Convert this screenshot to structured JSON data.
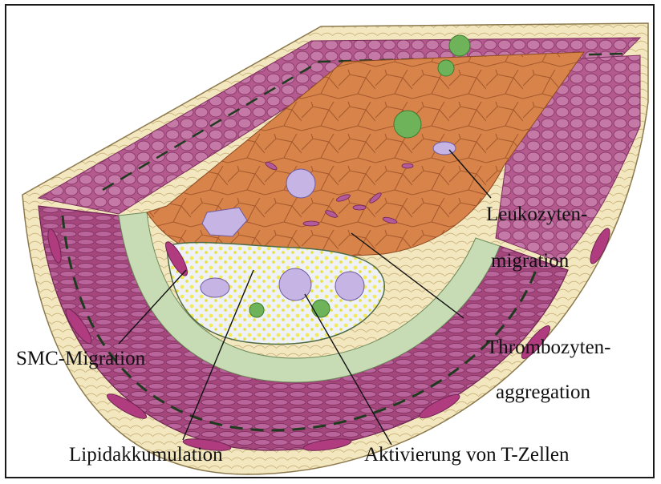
{
  "labels": {
    "leukozyten_line1": "Leukozyten-",
    "leukozyten_line2": "migration",
    "thrombozyten_line1": "Thrombozyten-",
    "thrombozyten_line2": "aggregation",
    "smc_migration": "SMC-Migration",
    "lipidakkumulation": "Lipidakkumulation",
    "t_zellen": "Aktivierung von T-Zellen"
  },
  "colors": {
    "frame": "#1a1a1a",
    "muscle_magenta": "#a5467d",
    "muscle_light": "#c98ab3",
    "adventitia_cream": "#f3e7bf",
    "intima_green": "#c7dbb5",
    "endothelium_orange": "#d7834a",
    "lipid_yellow": "#f2ea5a",
    "leukocyte_green": "#6eb35a",
    "tcell_lilac": "#c6b4e4",
    "leader_line": "#111111"
  }
}
